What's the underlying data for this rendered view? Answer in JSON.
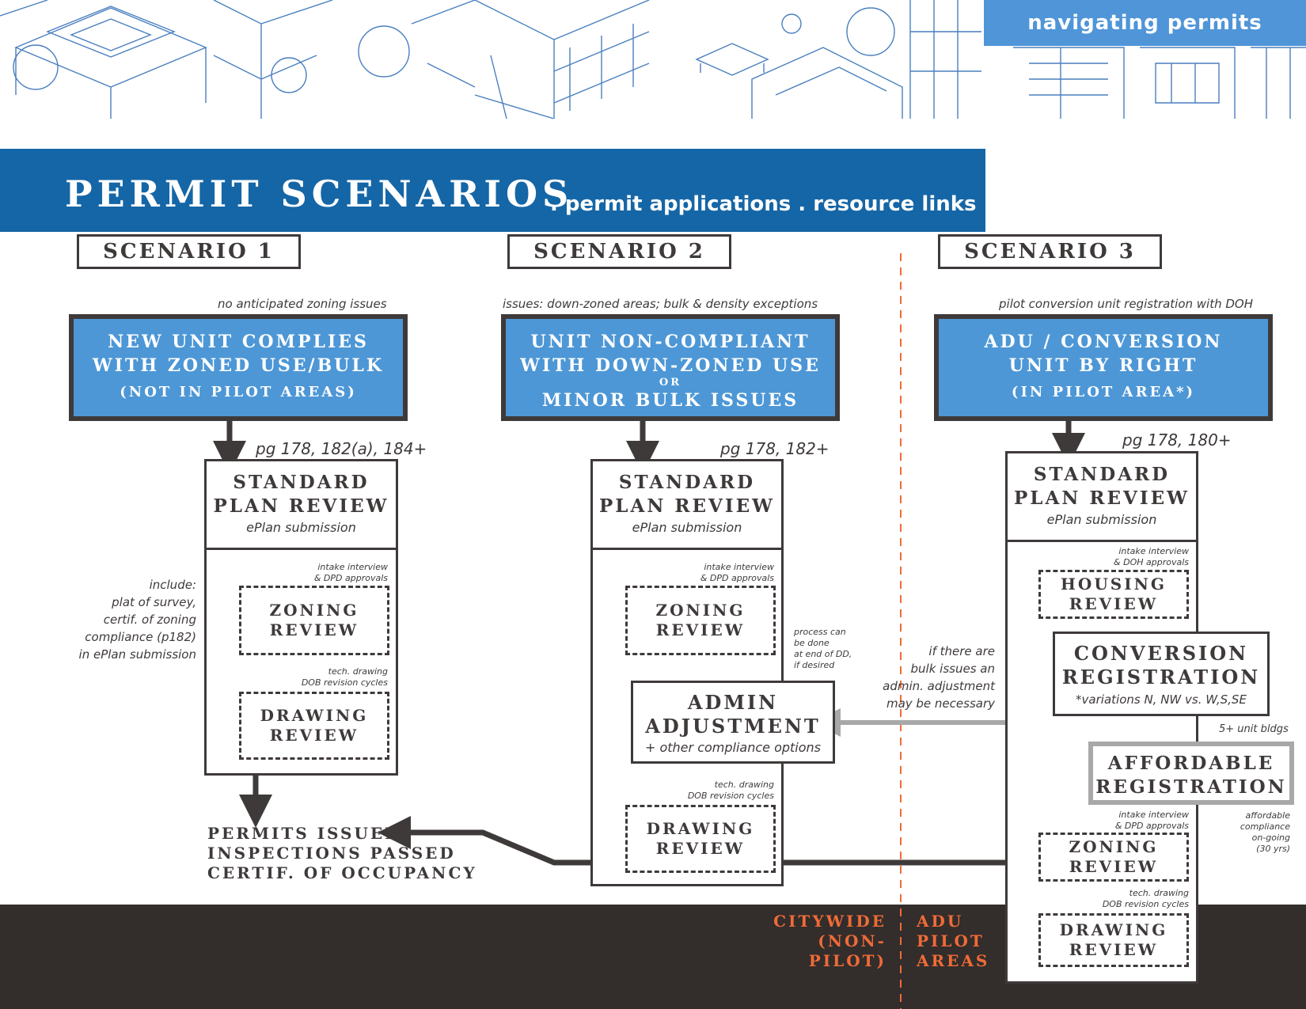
{
  "header": {
    "section_tab": "navigating permits",
    "title": "PERMIT SCENARIOS",
    "subtitle": ". permit applications . resource links"
  },
  "scenarios": [
    {
      "label": "SCENARIO 1",
      "note": "no anticipated zoning issues",
      "box_lines": [
        "NEW UNIT COMPLIES",
        "WITH ZONED USE/BULK"
      ],
      "box_sub": "(NOT IN PILOT AREAS)",
      "pages": "pg 178, 182(a), 184+",
      "plan_review_title": [
        "STANDARD",
        "PLAN REVIEW"
      ],
      "plan_review_sub": "ePlan submission",
      "zoning_note": [
        "intake interview",
        "& DPD approvals"
      ],
      "zoning_review": [
        "ZONING",
        "REVIEW"
      ],
      "drawing_note": [
        "tech. drawing",
        "DOB revision cycles"
      ],
      "drawing_review": [
        "DRAWING",
        "REVIEW"
      ],
      "include_note": [
        "include:",
        "plat of survey,",
        "certif. of zoning",
        "compliance (p182)",
        "in ePlan submission"
      ]
    },
    {
      "label": "SCENARIO 2",
      "note": "issues: down-zoned areas; bulk & density exceptions",
      "box_lines": [
        "UNIT NON-COMPLIANT",
        "WITH DOWN-ZONED USE"
      ],
      "box_or": "OR",
      "box_last": "MINOR BULK ISSUES",
      "pages": "pg 178, 182+",
      "plan_review_title": [
        "STANDARD",
        "PLAN REVIEW"
      ],
      "plan_review_sub": "ePlan submission",
      "zoning_note": [
        "intake interview",
        "& DPD approvals"
      ],
      "zoning_review": [
        "ZONING",
        "REVIEW"
      ],
      "process_note": [
        "process can",
        "be done",
        "at end of DD,",
        "if desired"
      ],
      "admin_title": [
        "ADMIN",
        "ADJUSTMENT"
      ],
      "admin_sub": "+ other compliance options",
      "drawing_note": [
        "tech. drawing",
        "DOB revision cycles"
      ],
      "drawing_review": [
        "DRAWING",
        "REVIEW"
      ]
    },
    {
      "label": "SCENARIO 3",
      "note": "pilot conversion unit registration with DOH",
      "box_lines": [
        "ADU / CONVERSION",
        "UNIT BY RIGHT"
      ],
      "box_sub": "(IN PILOT AREA*)",
      "pages": "pg 178, 180+",
      "plan_review_title": [
        "STANDARD",
        "PLAN REVIEW"
      ],
      "plan_review_sub": "ePlan submission",
      "housing_note": [
        "intake interview",
        "& DOH approvals"
      ],
      "housing_review": [
        "HOUSING",
        "REVIEW"
      ],
      "conversion_title": [
        "CONVERSION",
        "REGISTRATION"
      ],
      "conversion_sub": "*variations N, NW vs. W,S,SE",
      "bldgs_note": "5+ unit bldgs",
      "affordable_title": [
        "AFFORDABLE",
        "REGISTRATION"
      ],
      "affordable_note": [
        "affordable",
        "compliance",
        "on-going",
        "(30 yrs)"
      ],
      "zoning_note": [
        "intake interview",
        "& DPD approvals"
      ],
      "zoning_review": [
        "ZONING",
        "REVIEW"
      ],
      "drawing_note": [
        "tech. drawing",
        "DOB revision cycles"
      ],
      "drawing_review": [
        "DRAWING",
        "REVIEW"
      ]
    }
  ],
  "bulk_note": [
    "if there are",
    "bulk issues an",
    "admin. adjustment",
    "may be necessary"
  ],
  "outcome": [
    "PERMITS ISSUED",
    "INSPECTIONS PASSED",
    "CERTIF. OF OCCUPANCY"
  ],
  "footer": {
    "citywide": [
      "CITYWIDE",
      "(NON-PILOT)"
    ],
    "pilot": [
      "ADU",
      "PILOT",
      "AREAS"
    ]
  },
  "colors": {
    "banner": "#1566a6",
    "box_blue": "#4d97d6",
    "dark": "#3f3a3a",
    "footer": "#332d2c",
    "accent_orange": "#ef6b36",
    "connector_gray": "#a8a8a8"
  }
}
